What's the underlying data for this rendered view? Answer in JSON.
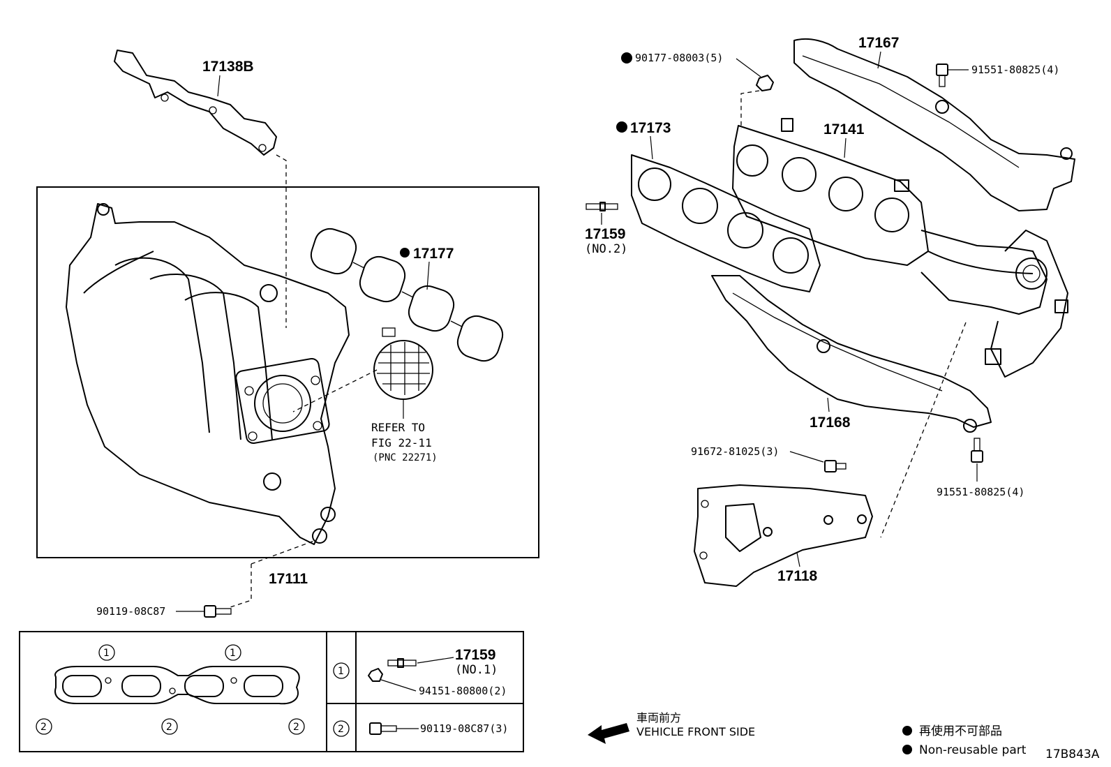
{
  "intake": {
    "gasket_top": "17138B",
    "gasket_ports": "17177",
    "refer_line1": "REFER TO",
    "refer_line2": "FIG 22-11",
    "refer_line3": "(PNC 22271)",
    "manifold": "17111",
    "bolt": "90119-08C87"
  },
  "exhaust": {
    "nut": "90177-08003(5)",
    "heat_insulator_upper": "17167",
    "bolt_upper": "91551-80825(4)",
    "gasket": "17173",
    "manifold": "17141",
    "stud": "17159",
    "stud_sub": "(NO.2)",
    "heat_insulator_lower": "17168",
    "bolt_lower": "91551-80825(4)",
    "bracket_bolt": "91672-81025(3)",
    "bracket": "17118"
  },
  "legend": {
    "circle1": "1",
    "circle2": "2",
    "stud": "17159",
    "stud_sub": "(NO.1)",
    "nut": "94151-80800(2)",
    "bolt": "90119-08C87(3)"
  },
  "footer": {
    "front_jp": "車両前方",
    "front_en": "VEHICLE FRONT SIDE",
    "nonreuse_jp": "再使用不可部品",
    "nonreuse_en": "Non-reusable part",
    "code": "17B843A"
  }
}
